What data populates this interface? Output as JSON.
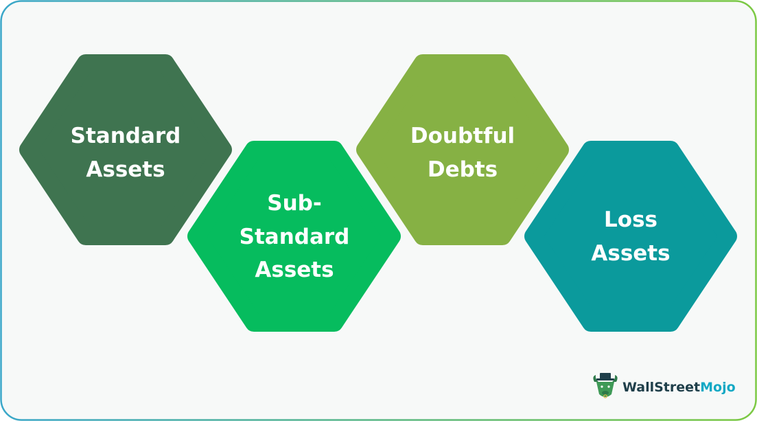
{
  "colors": {
    "frame_border_start": "#3aa7c9",
    "frame_border_end": "#7cc943",
    "background": "#f7f9f8",
    "text": "#ffffff"
  },
  "hexagons": [
    {
      "id": "standard",
      "lines": [
        "Standard",
        "Assets"
      ],
      "color": "#3f7450"
    },
    {
      "id": "sub-standard",
      "lines": [
        "Sub-",
        "Standard",
        "Assets"
      ],
      "color": "#06bc5e"
    },
    {
      "id": "doubtful",
      "lines": [
        "Doubtful",
        "Debts"
      ],
      "color": "#86b144"
    },
    {
      "id": "loss",
      "lines": [
        "Loss",
        "Assets"
      ],
      "color": "#0b9a9c"
    }
  ],
  "logo": {
    "word1": "WallStreet",
    "word2": "Mojo",
    "icon": "bull-mascot-icon"
  }
}
